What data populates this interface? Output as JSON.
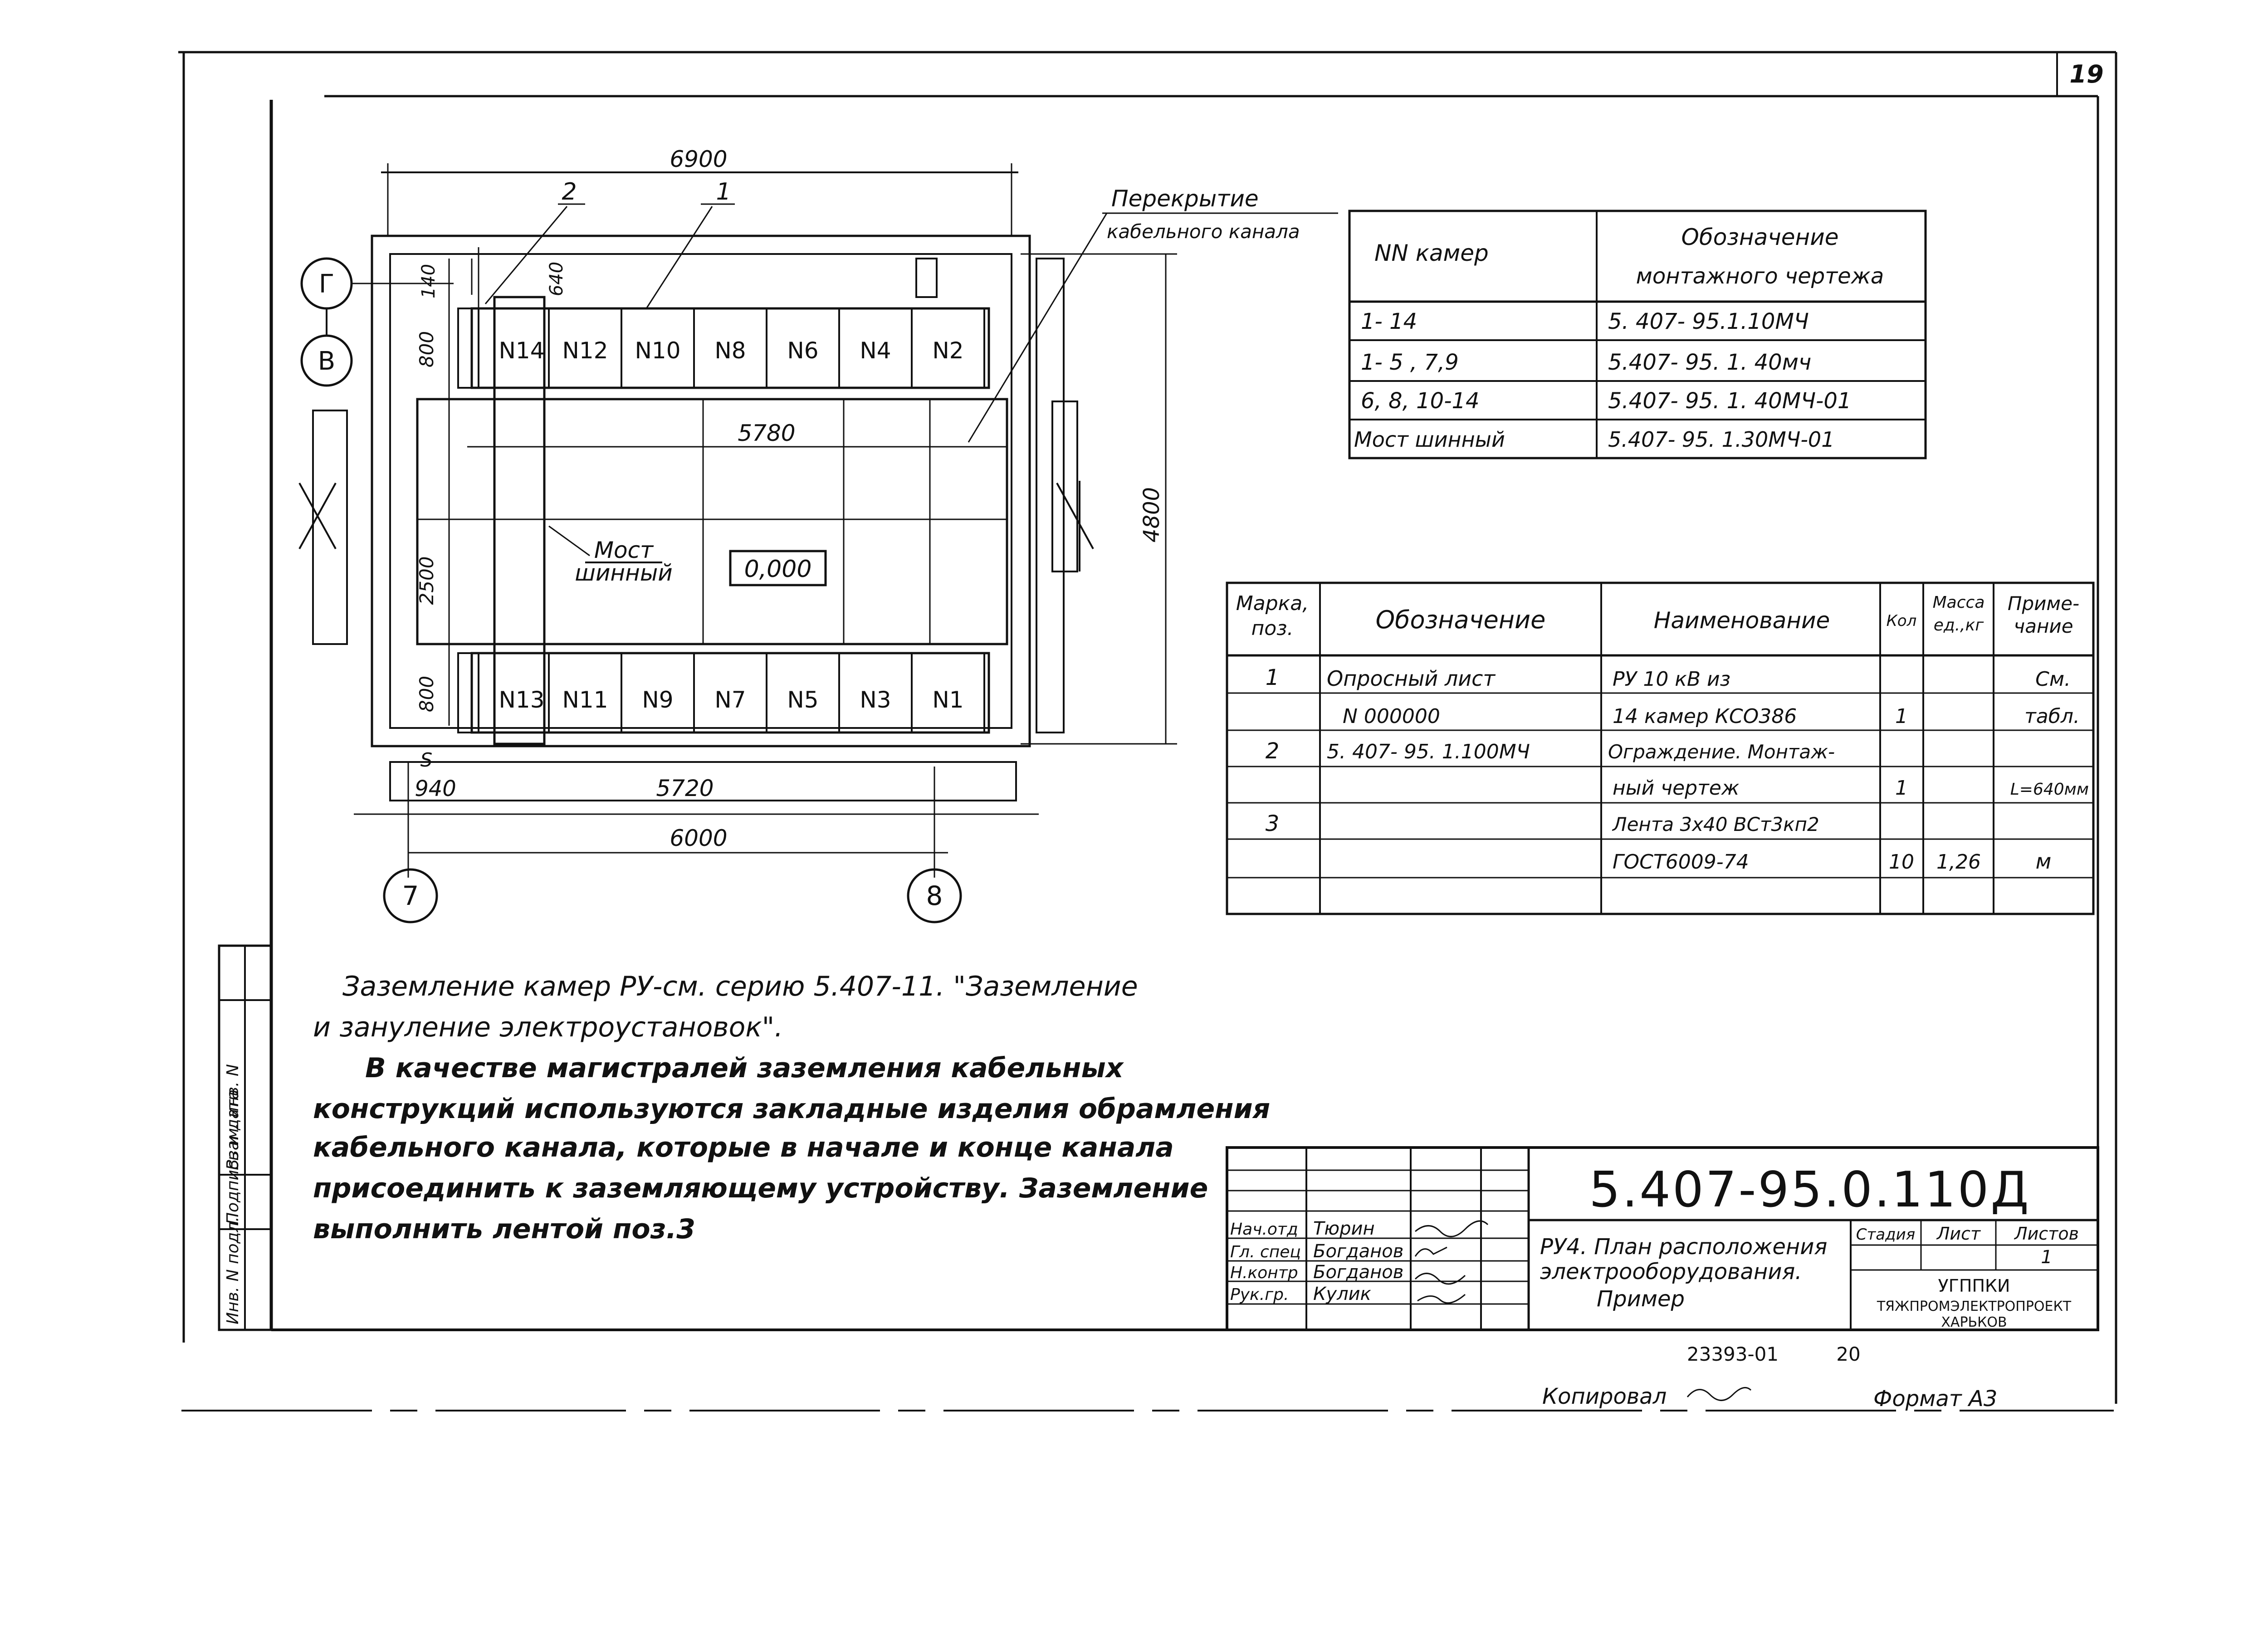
{
  "sheet_number": "19",
  "plan": {
    "dim_top": "6900",
    "callout_2": "2",
    "callout_1": "1",
    "covering_label_line1": "Перекрытие",
    "covering_label_line2": "кабельного канала",
    "axis_G": "Г",
    "axis_V": "В",
    "axis_7": "7",
    "axis_8": "8",
    "dim_140": "140",
    "dim_640": "640",
    "dim_800_top": "800",
    "dim_2500": "2500",
    "dim_800_bottom": "800",
    "dim_5780": "5780",
    "dim_4800": "4800",
    "dim_940": "940",
    "dim_5720": "5720",
    "dim_6000": "6000",
    "dim_s": "S",
    "bridge_label_line1": "Мост",
    "bridge_label_line2": "шинный",
    "level_mark": "0,000",
    "top_cells": [
      "N14",
      "N12",
      "N10",
      "N8",
      "N6",
      "N4",
      "N2"
    ],
    "bottom_cells": [
      "N13",
      "N11",
      "N9",
      "N7",
      "N5",
      "N3",
      "N1"
    ]
  },
  "chambers_table": {
    "header_col1": "NN камер",
    "header_col2_line1": "Обозначение",
    "header_col2_line2": "монтажного чертежа",
    "rows": [
      [
        "1- 14",
        "5. 407- 95.1.10МЧ"
      ],
      [
        "1- 5 , 7,9",
        "5.407- 95. 1. 40мч"
      ],
      [
        "6, 8, 10-14",
        "5.407- 95. 1. 40МЧ-01"
      ],
      [
        "Мост шинный",
        "5.407- 95. 1.30МЧ-01"
      ]
    ]
  },
  "spec_table": {
    "headers": {
      "mark_line1": "Марка,",
      "mark_line2": "поз.",
      "designation": "Обозначение",
      "name": "Наименование",
      "qty": "Кол",
      "mass_line1": "Масса",
      "mass_line2": "ед.,кг",
      "note_line1": "Приме-",
      "note_line2": "чание"
    },
    "rows": [
      [
        "1",
        "Опросный лист",
        "РУ 10 кВ из",
        "",
        "",
        "См."
      ],
      [
        "",
        "N 000000",
        "14 камер КСО386",
        "1",
        "",
        "табл."
      ],
      [
        "2",
        "5. 407- 95. 1.100МЧ",
        "Ограждение. Монтаж-",
        "",
        "",
        ""
      ],
      [
        "",
        "",
        "ный чертеж",
        "1",
        "",
        "L=640мм"
      ],
      [
        "3",
        "",
        "Лента 3х40 ВСт3кп2",
        "",
        "",
        ""
      ],
      [
        "",
        "",
        "ГОСТ6009-74",
        "10",
        "1,26",
        "м"
      ],
      [
        "",
        "",
        "",
        "",
        "",
        ""
      ]
    ]
  },
  "notes": {
    "line1": "Заземление камер РУ-см. серию 5.407-11. \"Заземление",
    "line2": "и зануление электроустановок\".",
    "line3": "В качестве магистралей заземления кабельных",
    "line4": "конструкций используются закладные изделия обрамления",
    "line5": "кабельного канала, которые в начале и конце канала",
    "line6": "присоединить к заземляющему устройству. Заземление",
    "line7": "выполнить лентой поз.3"
  },
  "left_strip": {
    "label1": "Инв. N подл.",
    "label2": "Подпись и дата",
    "label3": "Взам. инв. N"
  },
  "title_block": {
    "doc_code": "5.407-95.0.110Д",
    "title_line1": "РУ4. План расположения",
    "title_line2": "электрооборудования.",
    "title_line3": "Пример",
    "stage_label": "Стадия",
    "sheet_label": "Лист",
    "sheets_label": "Листов",
    "sheets_value": "1",
    "org_line1": "УГППКИ",
    "org_line2": "ТЯЖПРОМЭЛЕКТРОПРОЕКТ",
    "org_line3": "ХАРЬКОВ",
    "roles": [
      "Нач.отд",
      "Гл. спец",
      "Н.контр",
      "Рук.гр."
    ],
    "people": [
      "Тюрин",
      "Богданов",
      "Богданов",
      "Кулик"
    ]
  },
  "footer": {
    "order_no": "23393-01",
    "page_no": "20",
    "copied_label": "Копировал",
    "format_label": "Формат А3"
  }
}
